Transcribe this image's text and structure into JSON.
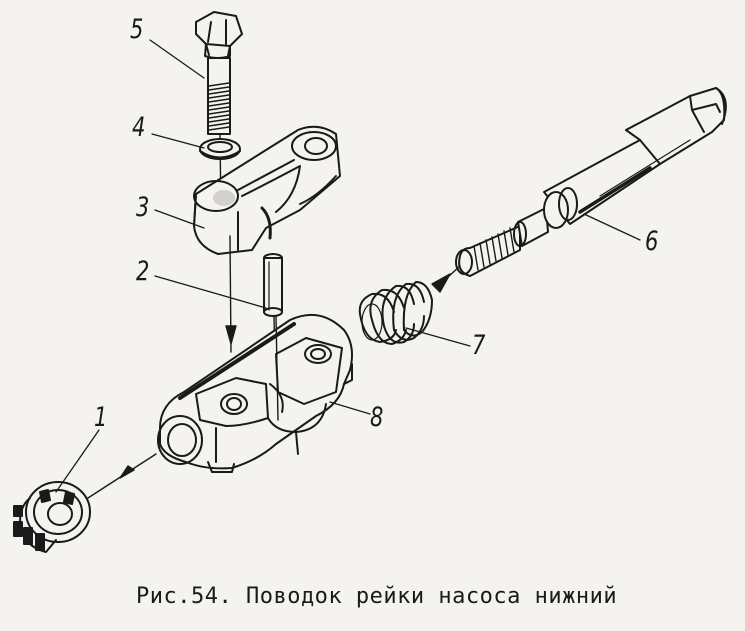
{
  "figure": {
    "caption": "Рис.54. Поводок рейки насоса нижний",
    "labels": {
      "l1": "1",
      "l2": "2",
      "l3": "3",
      "l4": "4",
      "l5": "5",
      "l6": "6",
      "l7": "7",
      "l8": "8"
    },
    "colors": {
      "ink": "#1a1a1a",
      "paper": "#f4f3ef"
    }
  }
}
